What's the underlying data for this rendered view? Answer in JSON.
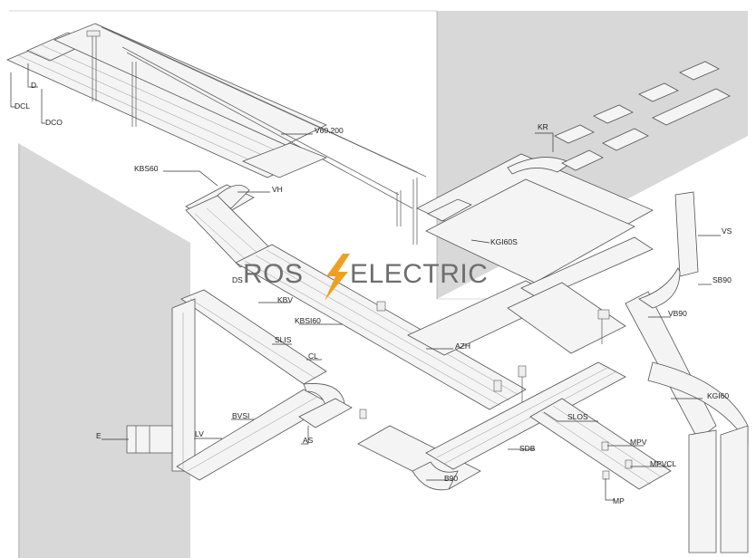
{
  "logo": {
    "left_text": "ROS",
    "right_text": "ELECTRIC",
    "bolt_color": "#f0a020",
    "text_color": "#6e6e6e"
  },
  "labels": {
    "d": "D",
    "dcl": "DCL",
    "dco": "DCO",
    "v60_200": "V60.200",
    "kr": "KR",
    "kbs60": "KBS60",
    "vh": "VH",
    "kgi60s": "KGI60S",
    "vs": "VS",
    "ds": "DS",
    "sb90": "SB90",
    "kbv": "KBV",
    "kbsi60": "KBSI60",
    "vb90": "VB90",
    "slis": "SLIS",
    "azh": "AZH",
    "cl": "CL",
    "kgi60": "KGI60",
    "bvsi": "BVSI",
    "slos": "SLOS",
    "e": "E",
    "lv": "LV",
    "as": "AS",
    "mpv": "MPV",
    "sdb": "SDB",
    "mpvcl": "MPVCL",
    "b90": "B90",
    "mp": "MP"
  }
}
